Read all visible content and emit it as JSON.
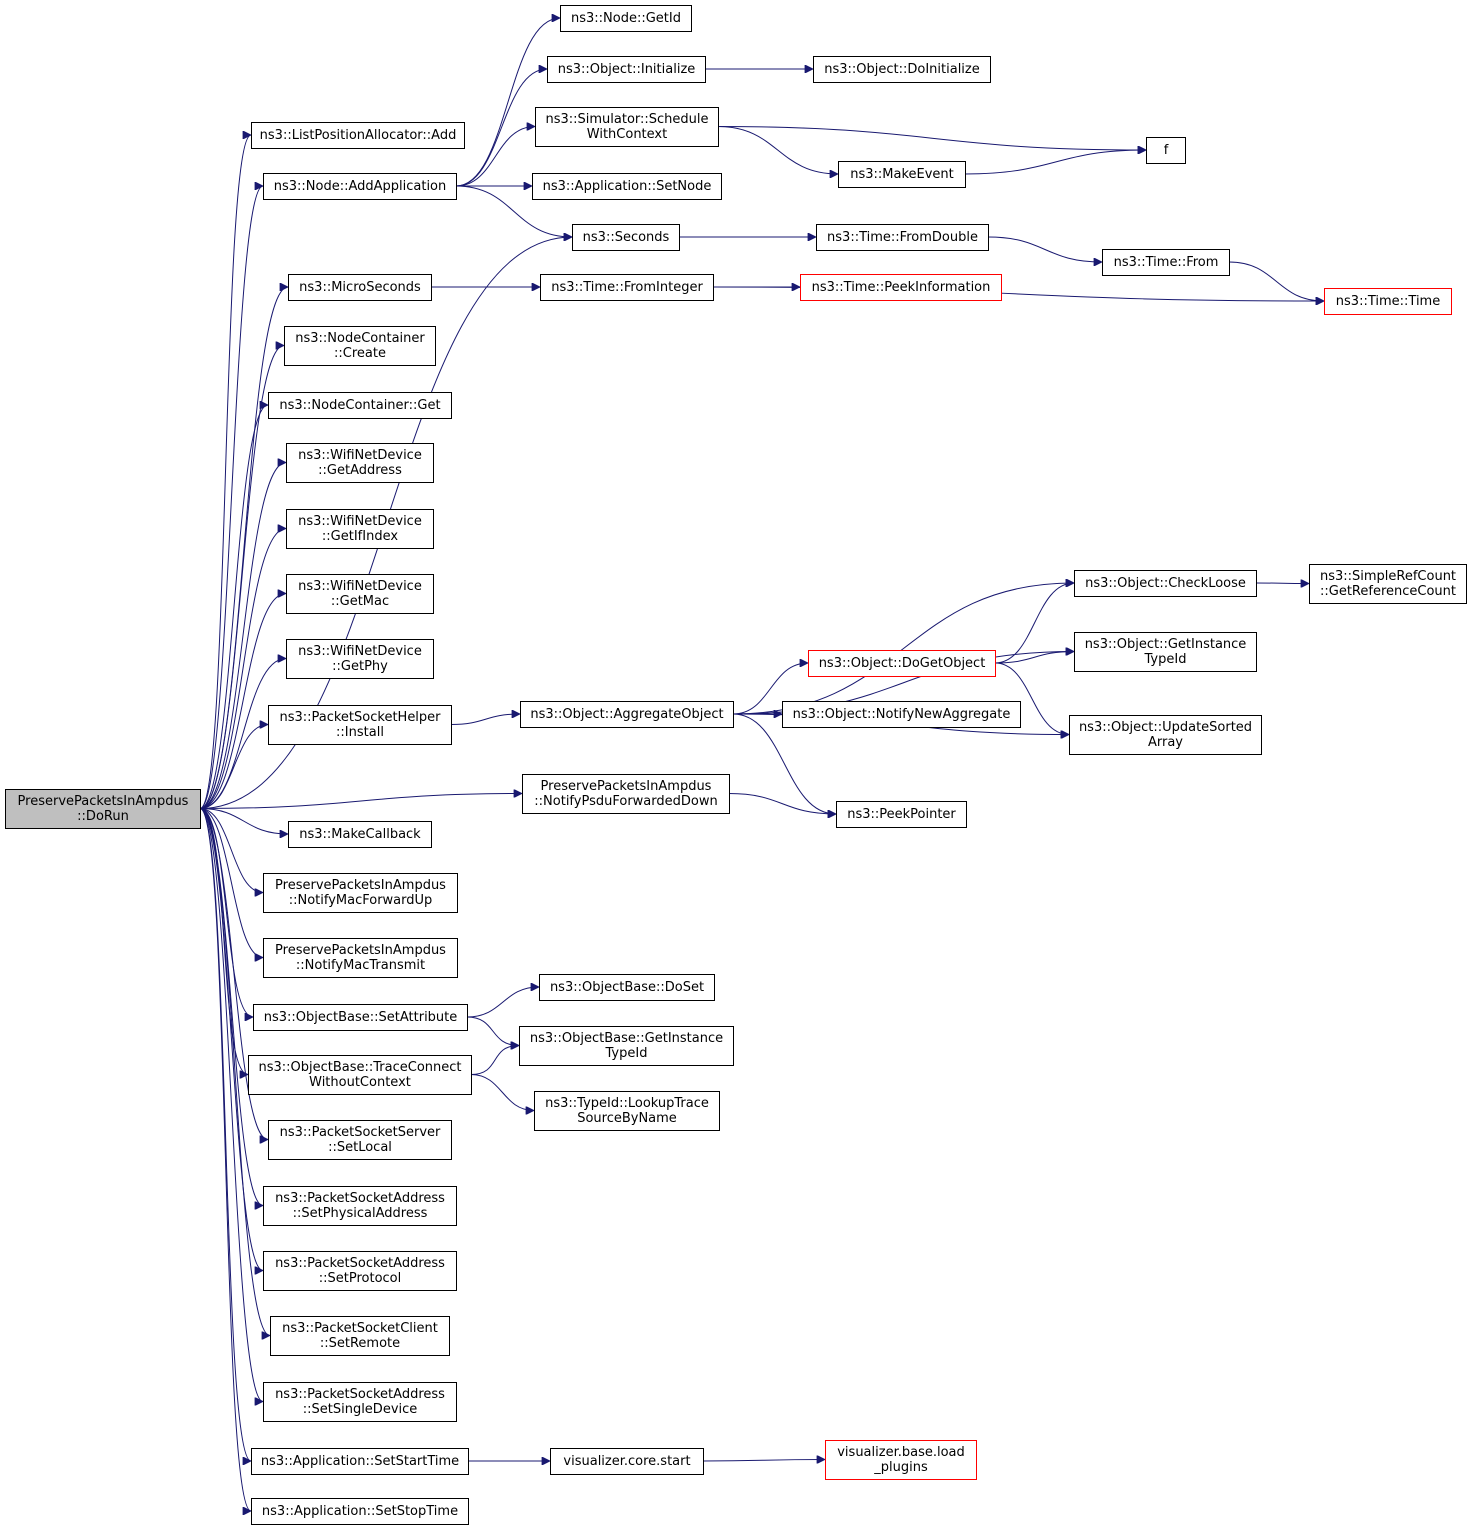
{
  "graph": {
    "colors": {
      "edge": "#191970",
      "root_fill": "#bfbfbf",
      "node_border": "#000000",
      "truncated_border": "#ff0000"
    },
    "root": "n0",
    "nodes": [
      {
        "id": "n0",
        "lines": [
          "PreservePacketsInAmpdus",
          "::DoRun"
        ],
        "kind": "root"
      },
      {
        "id": "n1",
        "lines": [
          "ns3::ListPositionAllocator::Add"
        ]
      },
      {
        "id": "n2",
        "lines": [
          "ns3::Node::AddApplication"
        ]
      },
      {
        "id": "n3",
        "lines": [
          "ns3::Node::GetId"
        ]
      },
      {
        "id": "n4",
        "lines": [
          "ns3::Object::Initialize"
        ]
      },
      {
        "id": "n5",
        "lines": [
          "ns3::Object::DoInitialize"
        ]
      },
      {
        "id": "n6",
        "lines": [
          "ns3::Simulator::Schedule",
          "WithContext"
        ]
      },
      {
        "id": "n7",
        "lines": [
          "f"
        ]
      },
      {
        "id": "n8",
        "lines": [
          "ns3::MakeEvent"
        ]
      },
      {
        "id": "n9",
        "lines": [
          "ns3::Application::SetNode"
        ]
      },
      {
        "id": "n10",
        "lines": [
          "ns3::Seconds"
        ]
      },
      {
        "id": "n11",
        "lines": [
          "ns3::Time::FromDouble"
        ]
      },
      {
        "id": "n12",
        "lines": [
          "ns3::Time::From"
        ]
      },
      {
        "id": "n13",
        "lines": [
          "ns3::Time::Time"
        ],
        "kind": "truncated"
      },
      {
        "id": "n14",
        "lines": [
          "ns3::MicroSeconds"
        ]
      },
      {
        "id": "n15",
        "lines": [
          "ns3::Time::FromInteger"
        ]
      },
      {
        "id": "n16",
        "lines": [
          "ns3::Time::PeekInformation"
        ],
        "kind": "truncated"
      },
      {
        "id": "n17",
        "lines": [
          "ns3::NodeContainer",
          "::Create"
        ]
      },
      {
        "id": "n18",
        "lines": [
          "ns3::NodeContainer::Get"
        ]
      },
      {
        "id": "n19",
        "lines": [
          "ns3::WifiNetDevice",
          "::GetAddress"
        ]
      },
      {
        "id": "n20",
        "lines": [
          "ns3::WifiNetDevice",
          "::GetIfIndex"
        ]
      },
      {
        "id": "n21",
        "lines": [
          "ns3::WifiNetDevice",
          "::GetMac"
        ]
      },
      {
        "id": "n22",
        "lines": [
          "ns3::WifiNetDevice",
          "::GetPhy"
        ]
      },
      {
        "id": "n23",
        "lines": [
          "ns3::PacketSocketHelper",
          "::Install"
        ]
      },
      {
        "id": "n24",
        "lines": [
          "ns3::Object::AggregateObject"
        ]
      },
      {
        "id": "n25",
        "lines": [
          "ns3::Object::CheckLoose"
        ]
      },
      {
        "id": "n26",
        "lines": [
          "ns3::SimpleRefCount",
          "::GetReferenceCount"
        ]
      },
      {
        "id": "n27",
        "lines": [
          "ns3::Object::GetInstance",
          "TypeId"
        ]
      },
      {
        "id": "n28",
        "lines": [
          "ns3::Object::DoGetObject"
        ],
        "kind": "truncated"
      },
      {
        "id": "n29",
        "lines": [
          "ns3::Object::NotifyNewAggregate"
        ]
      },
      {
        "id": "n30",
        "lines": [
          "ns3::Object::UpdateSorted",
          "Array"
        ]
      },
      {
        "id": "n31",
        "lines": [
          "PreservePacketsInAmpdus",
          "::NotifyPsduForwardedDown"
        ]
      },
      {
        "id": "n32",
        "lines": [
          "ns3::PeekPointer"
        ]
      },
      {
        "id": "n33",
        "lines": [
          "ns3::MakeCallback"
        ]
      },
      {
        "id": "n34",
        "lines": [
          "PreservePacketsInAmpdus",
          "::NotifyMacForwardUp"
        ]
      },
      {
        "id": "n35",
        "lines": [
          "PreservePacketsInAmpdus",
          "::NotifyMacTransmit"
        ]
      },
      {
        "id": "n36",
        "lines": [
          "ns3::ObjectBase::SetAttribute"
        ]
      },
      {
        "id": "n37",
        "lines": [
          "ns3::ObjectBase::DoSet"
        ]
      },
      {
        "id": "n38",
        "lines": [
          "ns3::ObjectBase::GetInstance",
          "TypeId"
        ]
      },
      {
        "id": "n39",
        "lines": [
          "ns3::ObjectBase::TraceConnect",
          "WithoutContext"
        ]
      },
      {
        "id": "n40",
        "lines": [
          "ns3::TypeId::LookupTrace",
          "SourceByName"
        ]
      },
      {
        "id": "n41",
        "lines": [
          "ns3::PacketSocketServer",
          "::SetLocal"
        ]
      },
      {
        "id": "n42",
        "lines": [
          "ns3::PacketSocketAddress",
          "::SetPhysicalAddress"
        ]
      },
      {
        "id": "n43",
        "lines": [
          "ns3::PacketSocketAddress",
          "::SetProtocol"
        ]
      },
      {
        "id": "n44",
        "lines": [
          "ns3::PacketSocketClient",
          "::SetRemote"
        ]
      },
      {
        "id": "n45",
        "lines": [
          "ns3::PacketSocketAddress",
          "::SetSingleDevice"
        ]
      },
      {
        "id": "n46",
        "lines": [
          "ns3::Application::SetStartTime"
        ]
      },
      {
        "id": "n47",
        "lines": [
          "visualizer.core.start"
        ]
      },
      {
        "id": "n48",
        "lines": [
          "visualizer.base.load",
          "_plugins"
        ],
        "kind": "truncated"
      },
      {
        "id": "n49",
        "lines": [
          "ns3::Application::SetStopTime"
        ]
      }
    ],
    "edges": [
      [
        "n0",
        "n1"
      ],
      [
        "n0",
        "n2"
      ],
      [
        "n0",
        "n10"
      ],
      [
        "n0",
        "n14"
      ],
      [
        "n0",
        "n17"
      ],
      [
        "n0",
        "n18"
      ],
      [
        "n0",
        "n19"
      ],
      [
        "n0",
        "n20"
      ],
      [
        "n0",
        "n21"
      ],
      [
        "n0",
        "n22"
      ],
      [
        "n0",
        "n23"
      ],
      [
        "n0",
        "n31"
      ],
      [
        "n0",
        "n33"
      ],
      [
        "n0",
        "n34"
      ],
      [
        "n0",
        "n35"
      ],
      [
        "n0",
        "n36"
      ],
      [
        "n0",
        "n39"
      ],
      [
        "n0",
        "n41"
      ],
      [
        "n0",
        "n42"
      ],
      [
        "n0",
        "n43"
      ],
      [
        "n0",
        "n44"
      ],
      [
        "n0",
        "n45"
      ],
      [
        "n0",
        "n46"
      ],
      [
        "n0",
        "n49"
      ],
      [
        "n2",
        "n3"
      ],
      [
        "n2",
        "n4"
      ],
      [
        "n2",
        "n6"
      ],
      [
        "n2",
        "n9"
      ],
      [
        "n2",
        "n10"
      ],
      [
        "n4",
        "n5"
      ],
      [
        "n6",
        "n7"
      ],
      [
        "n6",
        "n8"
      ],
      [
        "n8",
        "n7"
      ],
      [
        "n10",
        "n11"
      ],
      [
        "n11",
        "n12"
      ],
      [
        "n12",
        "n13"
      ],
      [
        "n14",
        "n15"
      ],
      [
        "n15",
        "n16"
      ],
      [
        "n15",
        "n13"
      ],
      [
        "n23",
        "n24"
      ],
      [
        "n24",
        "n25"
      ],
      [
        "n24",
        "n27"
      ],
      [
        "n24",
        "n28"
      ],
      [
        "n24",
        "n29"
      ],
      [
        "n24",
        "n30"
      ],
      [
        "n24",
        "n32"
      ],
      [
        "n25",
        "n26"
      ],
      [
        "n28",
        "n25"
      ],
      [
        "n28",
        "n27"
      ],
      [
        "n28",
        "n30"
      ],
      [
        "n31",
        "n32"
      ],
      [
        "n36",
        "n37"
      ],
      [
        "n36",
        "n38"
      ],
      [
        "n39",
        "n38"
      ],
      [
        "n39",
        "n40"
      ],
      [
        "n46",
        "n47"
      ],
      [
        "n47",
        "n48"
      ]
    ]
  }
}
